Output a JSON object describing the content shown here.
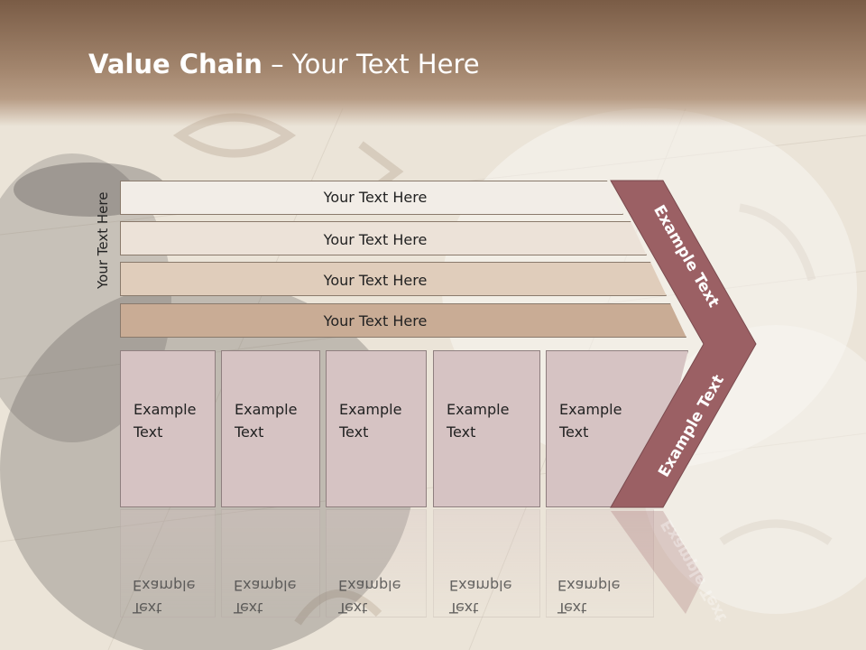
{
  "slide": {
    "title_bold": "Value Chain",
    "title_rest": " – Your Text Here",
    "side_label": "Your Text Here"
  },
  "bars": [
    {
      "label": "Your Text Here",
      "color": "#f2ede7"
    },
    {
      "label": "Your Text Here",
      "color": "#ece2d8"
    },
    {
      "label": "Your Text Here",
      "color": "#e0cdbb"
    },
    {
      "label": "Your Text Here",
      "color": "#c9ac95"
    }
  ],
  "boxes": [
    {
      "line1": "Example",
      "line2": "Text"
    },
    {
      "line1": "Example",
      "line2": "Text"
    },
    {
      "line1": "Example",
      "line2": "Text"
    },
    {
      "line1": "Example",
      "line2": "Text"
    },
    {
      "line1": "Example",
      "line2": "Text"
    }
  ],
  "chevron": {
    "top_label": "Example Text",
    "bottom_label": "Example Text",
    "color": "#9b6064"
  }
}
